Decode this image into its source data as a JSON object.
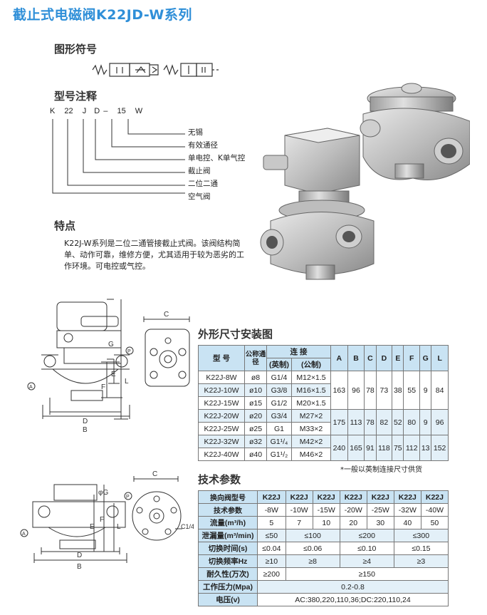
{
  "page": {
    "title": "截止式电磁阀K22JD-W系列",
    "symbol_heading": "图形符号",
    "model_heading": "型号注释",
    "features_heading": "特点",
    "features_text": "K22J-W系列是二位二通管接截止式阀。该阀结构简单、动作可靠，维修方便，尤其适用于较为恶劣的工作环境。可电控或气控。",
    "dim_heading": "外形尺寸安装图",
    "tech_heading": "技术参数",
    "dim_note": "*一般以英制连接尺寸供货"
  },
  "model_code": {
    "parts": [
      "K",
      "22",
      "J",
      "D",
      "–",
      "15",
      "W"
    ],
    "legend": [
      "无锡",
      "有效通径",
      "单电控、K单气控",
      "截止阀",
      "二位二通",
      "空气阀"
    ]
  },
  "drawing_labels": {
    "top": [
      "C",
      "G",
      "P",
      "A",
      "B",
      "D",
      "E",
      "F",
      "L"
    ],
    "bottom": [
      "C",
      "φG",
      "P",
      "A",
      "B",
      "D",
      "E",
      "F",
      "L",
      "C1/4"
    ]
  },
  "dim_table": {
    "headers": [
      "型 号",
      "公称通径",
      "连 接",
      "(英制)",
      "(公制)",
      "A",
      "B",
      "C",
      "D",
      "E",
      "F",
      "G",
      "L"
    ],
    "rows": [
      [
        "K22J-8W",
        "ø8",
        "G1/4",
        "M12×1.5"
      ],
      [
        "K22J-10W",
        "ø10",
        "G3/8",
        "M16×1.5"
      ],
      [
        "K22J-15W",
        "ø15",
        "G1/2",
        "M20×1.5"
      ],
      [
        "K22J-20W",
        "ø20",
        "G3/4",
        "M27×2"
      ],
      [
        "K22J-25W",
        "ø25",
        "G1",
        "M33×2"
      ],
      [
        "K22J-32W",
        "ø32",
        "G1¹/₄",
        "M42×2"
      ],
      [
        "K22J-40W",
        "ø40",
        "G1¹/₂",
        "M46×2"
      ]
    ],
    "groups": [
      [
        "163",
        "96",
        "78",
        "73",
        "38",
        "55",
        "9",
        "84"
      ],
      [
        "175",
        "113",
        "78",
        "82",
        "52",
        "80",
        "9",
        "96"
      ],
      [
        "240",
        "165",
        "91",
        "118",
        "75",
        "112",
        "13",
        "152"
      ]
    ]
  },
  "tech_table": {
    "corner_top": "换向阀型号",
    "corner_bottom": "技术参数",
    "models_top": [
      "K22J",
      "K22J",
      "K22J",
      "K22J",
      "K22J",
      "K22J",
      "K22J"
    ],
    "models_bottom": [
      "-8W",
      "-10W",
      "-15W",
      "-20W",
      "-25W",
      "-32W",
      "-40W"
    ],
    "flow_label": "流量(m³/h)",
    "flow": [
      "5",
      "7",
      "10",
      "20",
      "30",
      "40",
      "50"
    ],
    "leak_label": "泄漏量(m³/min)",
    "leak": [
      "≤50",
      "≤100",
      "≤200",
      "≤300"
    ],
    "switch_label": "切换时间(s)",
    "switch": [
      "≤0.04",
      "≤0.06",
      "≤0.10",
      "≤0.15"
    ],
    "freq_label": "切换频率Hz",
    "freq": [
      "≥10",
      "≥8",
      "≥4",
      "≥3"
    ],
    "dur_label": "耐久性(万次)",
    "dur": [
      "≥200",
      "≥150"
    ],
    "press_label": "工作压力(Mpa)",
    "press": "0.2-0.8",
    "volt_label": "电压(v)",
    "volt": "AC:380,220,110,36;DC:220,110,24"
  }
}
